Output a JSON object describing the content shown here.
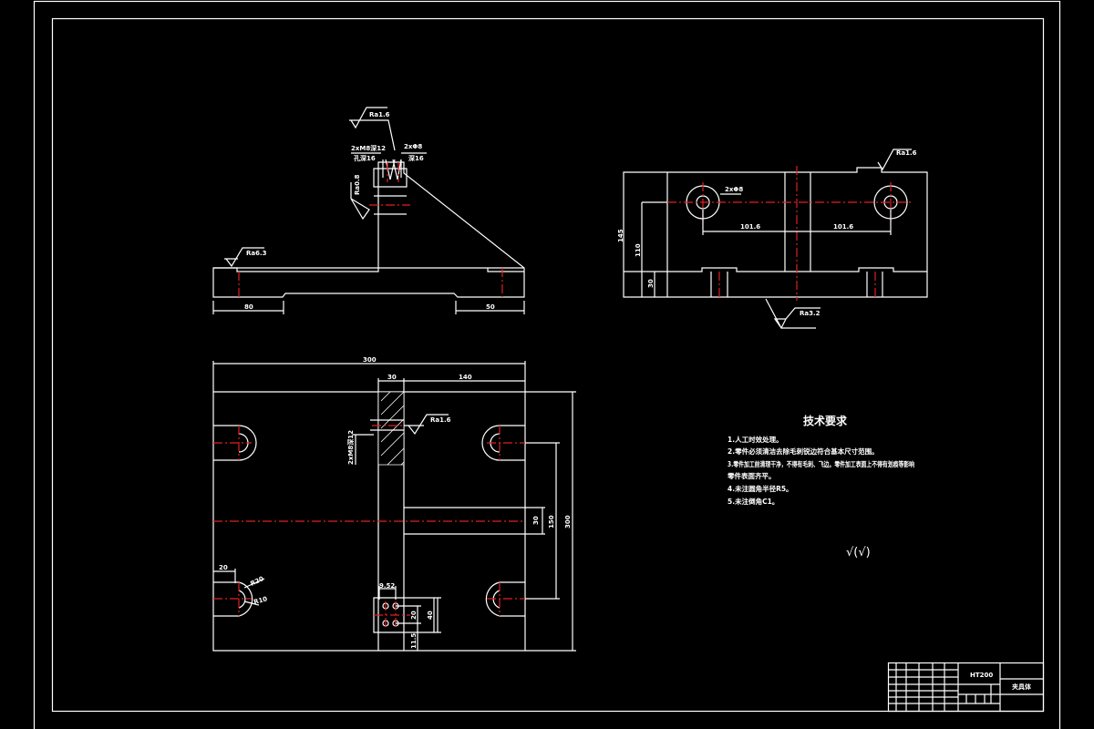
{
  "colors": {
    "background": "#000000",
    "line": "#ffffff",
    "centerline": "#e02020"
  },
  "front_view": {
    "roughness_top": "Ra1.6",
    "roughness_left": "Ra0.8",
    "roughness_base": "Ra6.3",
    "hole_note_1a": "2xM8深12",
    "hole_note_1b": "孔深16",
    "hole_note_2a": "2xΦ8",
    "hole_note_2b": "深16",
    "dim_left": "80",
    "dim_right": "50"
  },
  "side_view": {
    "roughness_top": "Ra1.6",
    "roughness_bottom": "Ra3.2",
    "hole_note": "2xΦ8",
    "dim_left_spacing": "101.6",
    "dim_right_spacing": "101.6",
    "dim_height_total": "145",
    "dim_height_hole": "110",
    "dim_base": "30"
  },
  "top_view": {
    "roughness": "Ra1.6",
    "dim_width": "300",
    "dim_post": "30",
    "dim_right": "140",
    "dim_rib": "30",
    "dim_slot_spacing": "150",
    "dim_height": "300",
    "dim_slot": "20",
    "dim_r1": "R20",
    "dim_r2": "R10",
    "dim_holes": "9.52",
    "dim_pin_a": "20",
    "dim_pin_b": "40",
    "dim_pin_c": "11.5",
    "dim_hole_depth": "2xM8深12"
  },
  "tech_requirements": {
    "title": "技术要求",
    "items": [
      "1.人工时效处理。",
      "2.零件必须清洁去除毛刺锐边符合基本尺寸范围。",
      "3.零件加工前清理干净，不得有毛刺、飞边。零件加工表面上不得有划痕等影响",
      "零件表面齐平。",
      "4.未注圆角半径R5。",
      "5.未注倒角C1。"
    ],
    "symbol": "√(√)"
  },
  "title_block": {
    "material": "HT200",
    "part_name": "夹具体"
  }
}
